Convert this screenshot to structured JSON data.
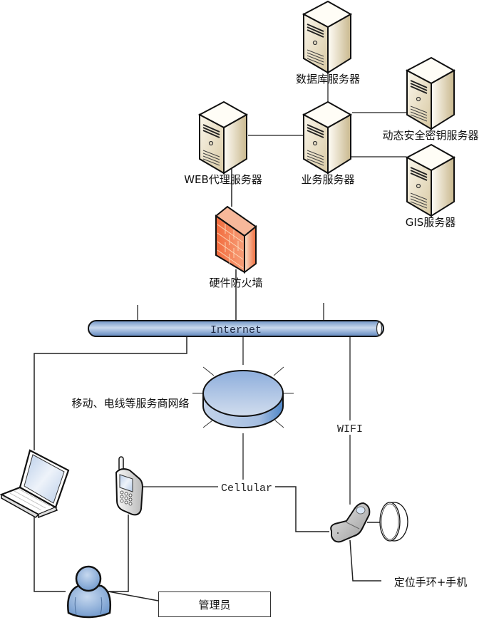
{
  "diagram": {
    "title": "",
    "nodes": {
      "db_server": {
        "label": "数据库服务器",
        "icon": "server-icon"
      },
      "biz_server": {
        "label": "业务服务器",
        "icon": "server-icon"
      },
      "web_proxy": {
        "label": "WEB代理服务器",
        "icon": "server-icon"
      },
      "key_server": {
        "label": "动态安全密钥服务器",
        "icon": "server-icon"
      },
      "gis_server": {
        "label": "GIS服务器",
        "icon": "server-icon"
      },
      "firewall": {
        "label": "硬件防火墙",
        "icon": "firewall-icon"
      },
      "internet": {
        "label": "Internet",
        "icon": "network-bus-icon"
      },
      "carrier": {
        "label": "移动、电线等服务商网络",
        "icon": "carrier-network-icon"
      },
      "laptop": {
        "label": "",
        "icon": "laptop-icon"
      },
      "cellphone": {
        "label": "",
        "icon": "cellphone-icon"
      },
      "tracker_phone": {
        "label": "定位手环+手机",
        "icon": "flip-phone-icon"
      },
      "bracelet": {
        "label": "",
        "icon": "bracelet-icon"
      },
      "admin": {
        "label": "管理员",
        "icon": "user-icon"
      }
    },
    "edge_labels": {
      "cellular": "Cellular",
      "wifi": "WIFI"
    },
    "edges": [
      [
        "db_server",
        "biz_server"
      ],
      [
        "web_proxy",
        "biz_server"
      ],
      [
        "biz_server",
        "key_server"
      ],
      [
        "biz_server",
        "gis_server"
      ],
      [
        "web_proxy",
        "firewall"
      ],
      [
        "firewall",
        "internet"
      ],
      [
        "internet",
        "laptop"
      ],
      [
        "internet",
        "carrier"
      ],
      [
        "internet",
        "tracker_phone"
      ],
      [
        "carrier",
        "cellphone"
      ],
      [
        "carrier",
        "tracker_phone"
      ],
      [
        "tracker_phone",
        "bracelet"
      ],
      [
        "laptop",
        "admin"
      ],
      [
        "cellphone",
        "admin"
      ],
      [
        "admin",
        "admin_label"
      ]
    ],
    "colors": {
      "server_body": "#e9dfc6",
      "firewall": "#f4774a",
      "internet_bus": "#8fb0d8",
      "carrier_disk": "#9fbde3",
      "user": "#8fb3dd",
      "line": "#333333"
    }
  }
}
